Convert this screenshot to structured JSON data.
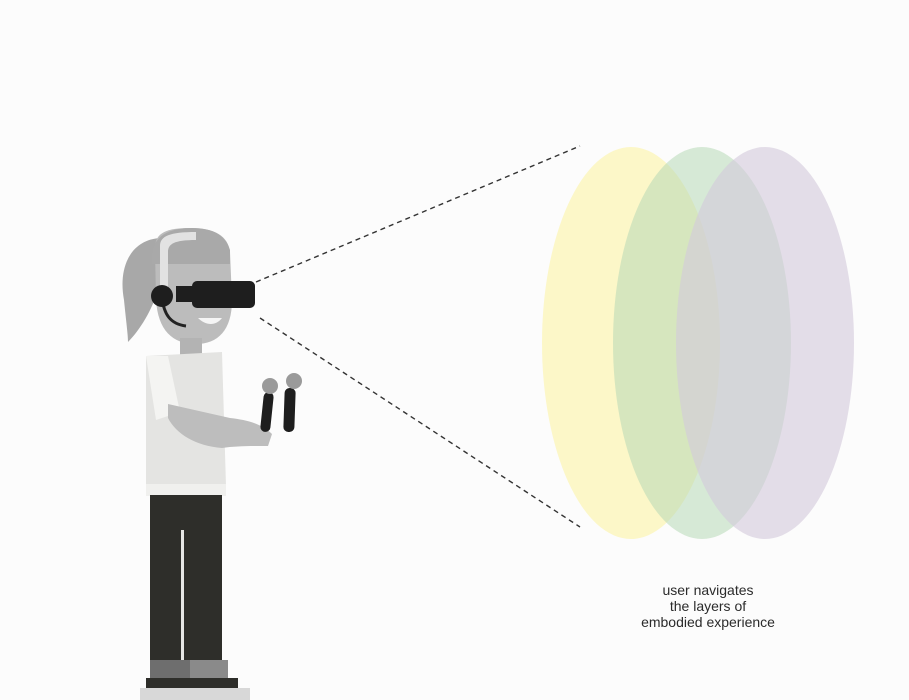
{
  "caption": {
    "lines": [
      "user navigates",
      "the layers of",
      "embodied experience"
    ]
  },
  "layers": [
    {
      "name": "layer-yellow",
      "color": "#fdf6b0"
    },
    {
      "name": "layer-green",
      "color": "#c9e3c6"
    },
    {
      "name": "layer-lavender",
      "color": "#ddd5e4"
    }
  ],
  "colors": {
    "background": "#fcfcfc",
    "skin": "#bdbdbd",
    "hair": "#a9a9a9",
    "shirt": "#e4e4e2",
    "pants": "#2e2e2a",
    "headset": "#1e1e1e",
    "sightline": "#333333"
  }
}
